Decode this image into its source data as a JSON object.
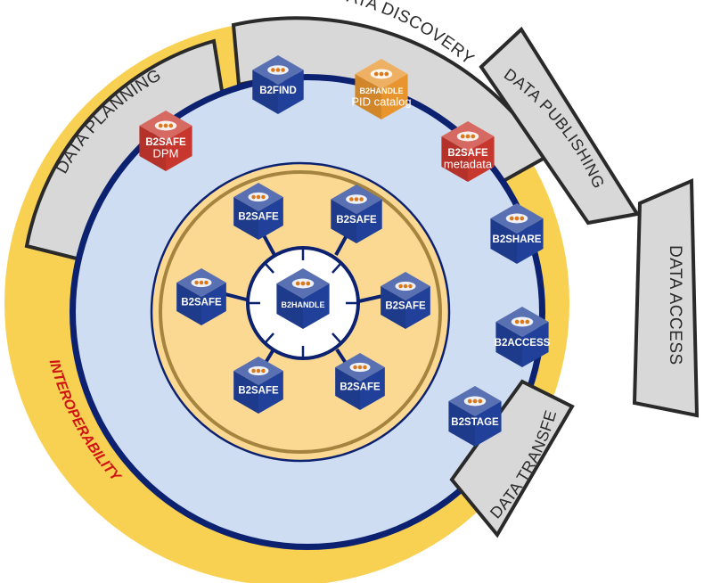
{
  "phases": {
    "planning": "DATA PLANNING",
    "discovery": "DATA DISCOVERY",
    "publishing": "DATA PUBLISHING",
    "access": "DATA ACCESS",
    "transfer": "DATA TRANSFER"
  },
  "interoperability": "INTEROPERABILITY",
  "core": {
    "center": "B2HANDLE",
    "ring": [
      "B2SAFE",
      "B2SAFE",
      "B2SAFE",
      "B2SAFE",
      "B2SAFE",
      "B2SAFE"
    ]
  },
  "services": {
    "b2safe_dpm": {
      "label": "B2SAFE",
      "sub": "DPM"
    },
    "b2find": {
      "label": "B2FIND"
    },
    "b2handle_pid": {
      "label": "B2HANDLE",
      "sub": "PID catalog"
    },
    "b2safe_meta": {
      "label": "B2SAFE",
      "sub": "metadata"
    },
    "b2share": {
      "label": "B2SHARE"
    },
    "b2access": {
      "label": "B2ACCESS"
    },
    "b2stage": {
      "label": "B2STAGE"
    }
  },
  "colors": {
    "outer_ring": "#f8d052",
    "navy": "#0c2170",
    "light_blue": "#cfddf3",
    "inner_fill": "#fbd992",
    "inner_border": "#a5843f",
    "tab_fill": "#d8d8d8",
    "tab_border": "#2a2a2a",
    "cube_blue": "#21409a",
    "cube_red": "#c8372d",
    "cube_orange": "#e8952f",
    "interop_text": "#d01414"
  }
}
